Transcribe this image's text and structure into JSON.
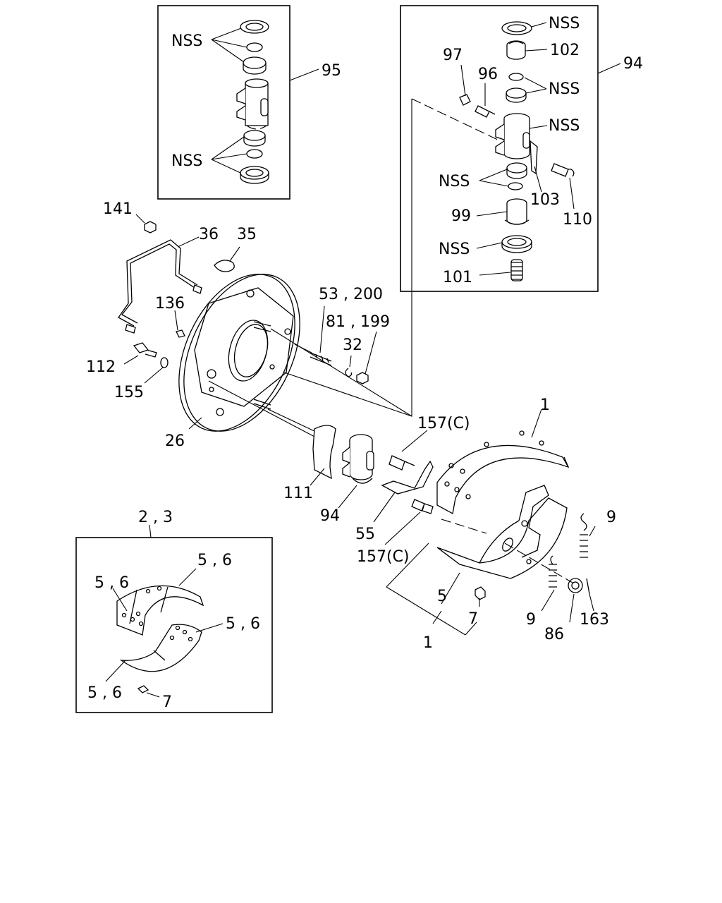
{
  "labels": {
    "nss": "NSS",
    "l95": "95",
    "l94_top": "94",
    "l97": "97",
    "l102": "102",
    "l96": "96",
    "l103": "103",
    "l110": "110",
    "l99": "99",
    "l101": "101",
    "l141": "141",
    "l36": "36",
    "l35": "35",
    "l136": "136",
    "l53_200": "53 , 200",
    "l81_199": "81 , 199",
    "l32": "32",
    "l112": "112",
    "l155": "155",
    "l26": "26",
    "l157c": "157(C)",
    "l1": "1",
    "l111": "111",
    "l94": "94",
    "l55": "55",
    "l9": "9",
    "l5": "5",
    "l7": "7",
    "l86": "86",
    "l163": "163",
    "l2_3": "2 , 3",
    "l5_6": "5 , 6"
  }
}
